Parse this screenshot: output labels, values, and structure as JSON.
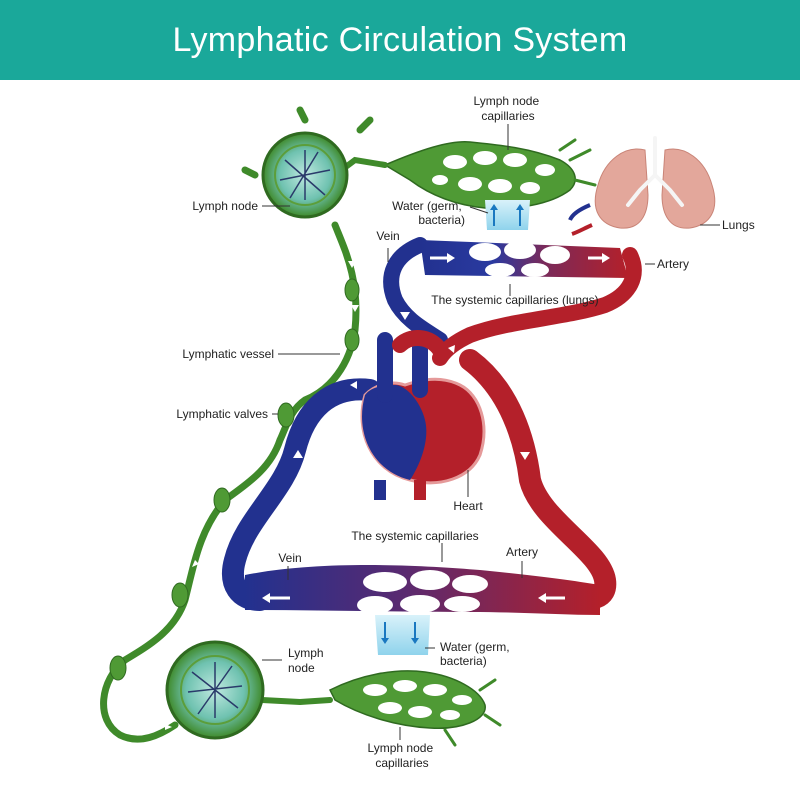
{
  "header": {
    "title": "Lymphatic Circulation System"
  },
  "colors": {
    "header": "#1aa89a",
    "vein": "#22318f",
    "artery": "#b4202a",
    "lymph": "#3f8a2a",
    "lymph_node": "#5c9e3a",
    "water": "#a8dff0",
    "lungs": "#e3a79b"
  },
  "labels": {
    "lymph_node_top": "Lymph node",
    "lymph_node_capillaries_top": [
      "Lymph node",
      "capillaries"
    ],
    "water_top": [
      "Water (germ,",
      "bacteria)"
    ],
    "lungs": "Lungs",
    "vein_top": "Vein",
    "artery_top": "Artery",
    "systemic_capillaries_lungs": "The systemic capillaries (lungs)",
    "lymphatic_vessel": "Lymphatic vessel",
    "lymphatic_valves": "Lymphatic valves",
    "heart": "Heart",
    "systemic_capillaries": "The systemic capillaries",
    "vein_bottom": "Vein",
    "artery_bottom": "Artery",
    "lymph_node_bottom": [
      "Lymph",
      "node"
    ],
    "water_bottom": [
      "Water (germ,",
      "bacteria)"
    ],
    "lymph_node_capillaries_bottom": [
      "Lymph node",
      "capillaries"
    ]
  }
}
